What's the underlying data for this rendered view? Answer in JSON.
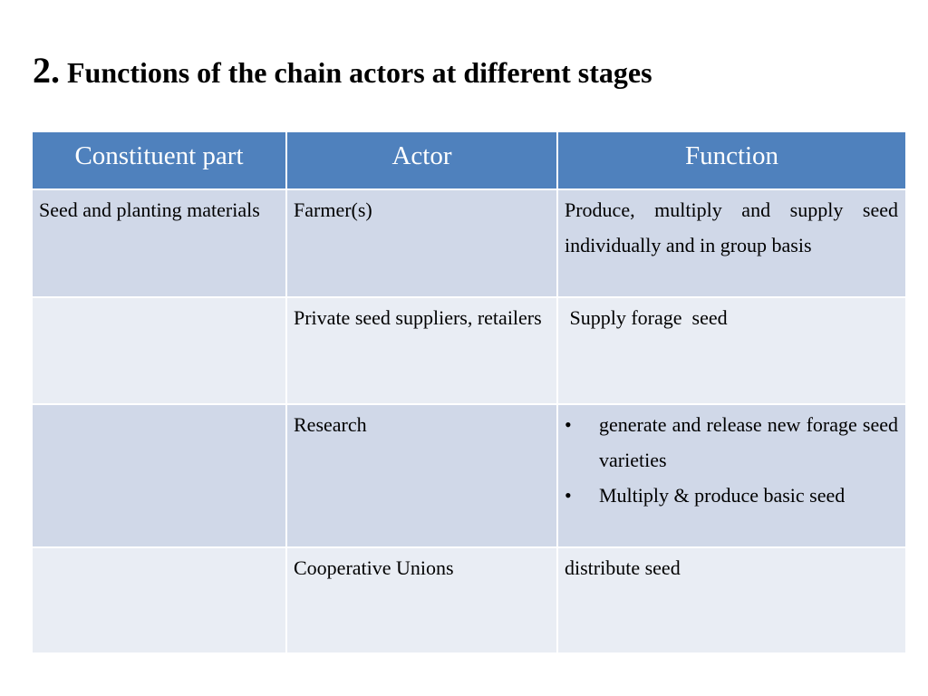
{
  "slide": {
    "number": "2.",
    "title": "Functions of the chain actors at different stages"
  },
  "table": {
    "headers": [
      "Constituent part",
      "Actor",
      "Function"
    ],
    "rows": [
      {
        "constituent_part": "Seed and planting materials",
        "actor": "Farmer(s)",
        "function": "Produce, multiply and supply seed individually and in group basis"
      },
      {
        "constituent_part": "",
        "actor": "Private seed suppliers, retailers",
        "function": " Supply forage  seed"
      },
      {
        "constituent_part": "",
        "actor": "Research",
        "function_bullets": [
          "generate and release new forage seed varieties",
          "Multiply & produce basic seed"
        ]
      },
      {
        "constituent_part": "",
        "actor": "Cooperative Unions",
        "function": "distribute seed"
      }
    ]
  },
  "colors": {
    "header_background": "#4f81bd",
    "band_dark": "#d0d8e8",
    "band_light": "#e9edf4"
  },
  "icons": {
    "bullet": "•"
  }
}
